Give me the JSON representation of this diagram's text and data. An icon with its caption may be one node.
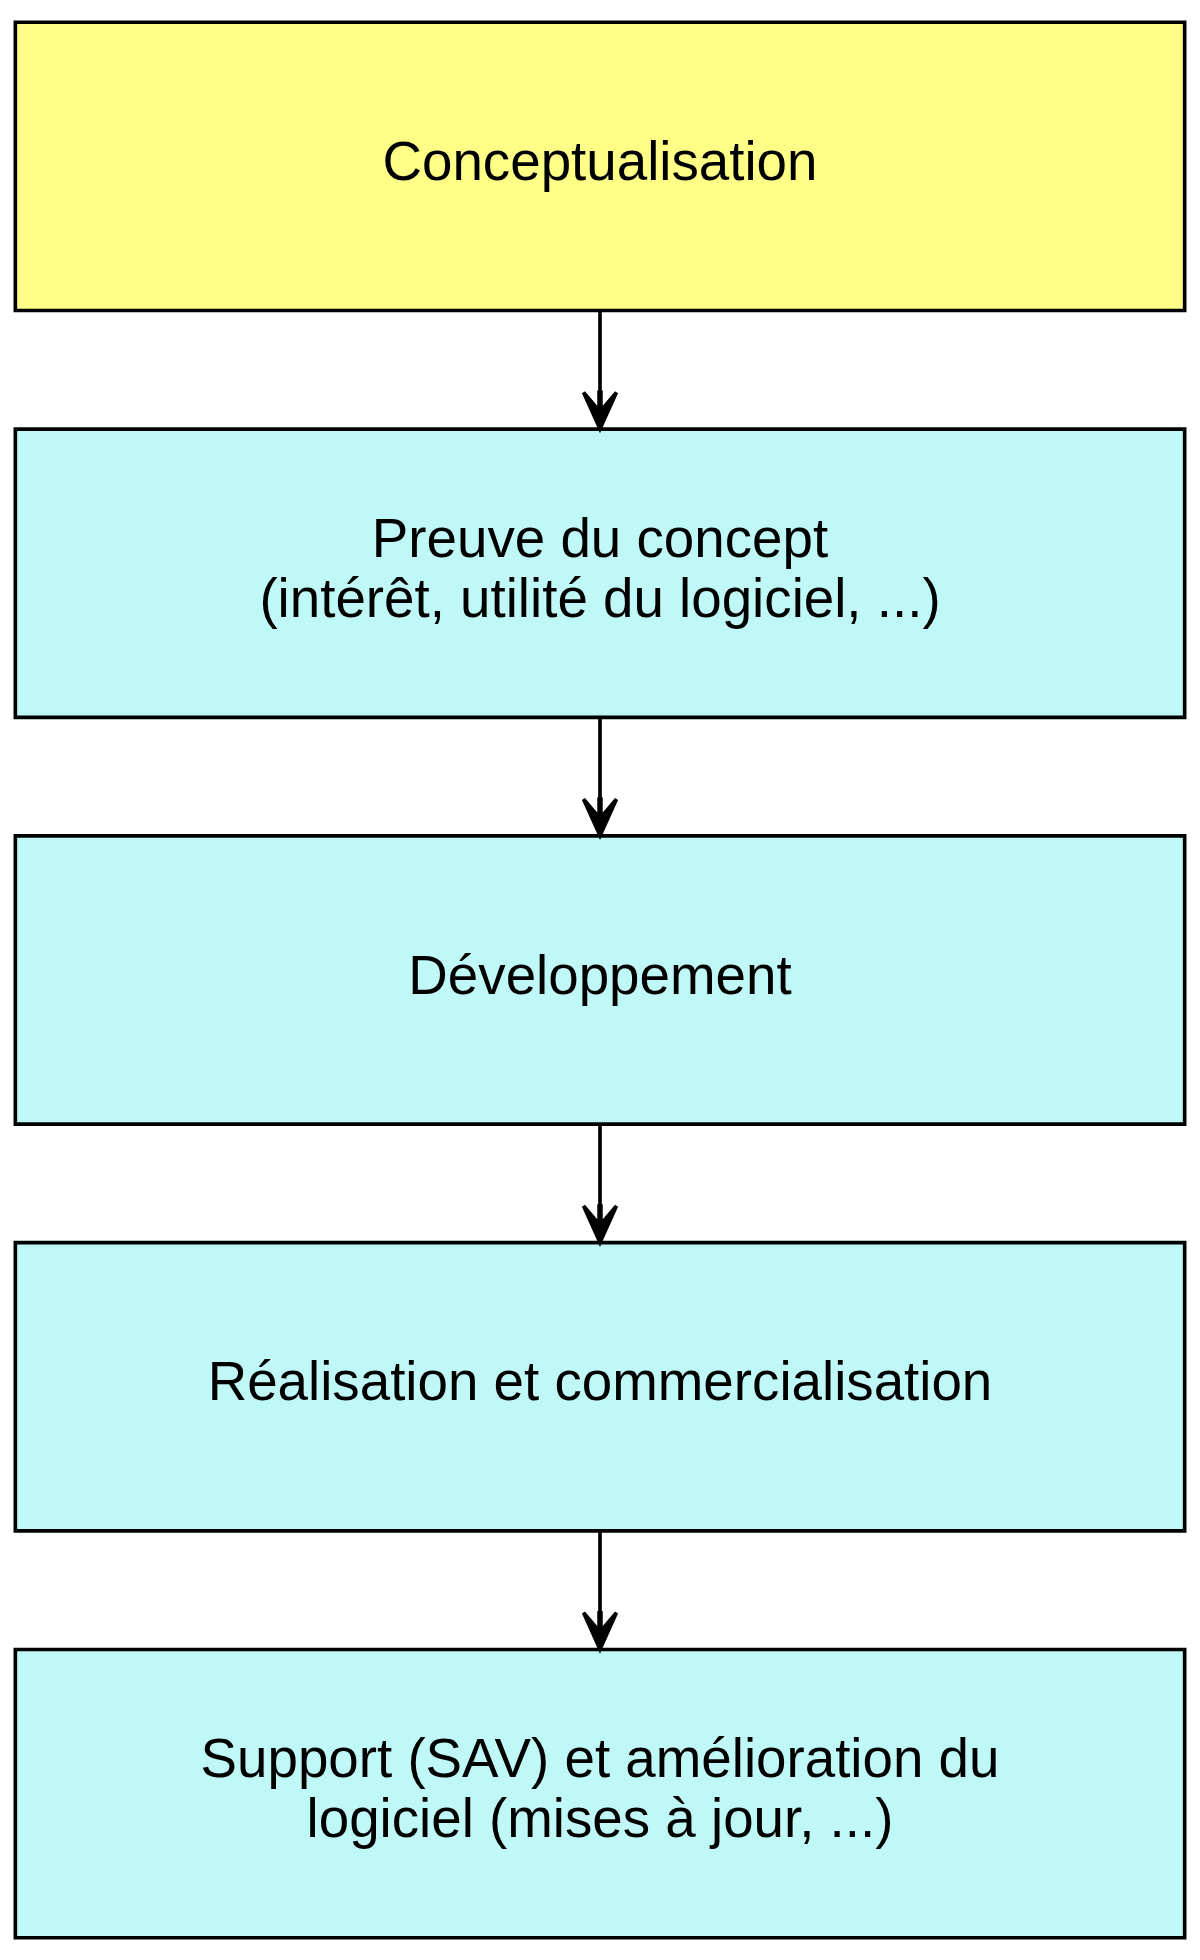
{
  "diagram": {
    "nodes": [
      {
        "text": [
          "Conceptualisation"
        ]
      },
      {
        "text": [
          "Preuve du concept",
          "(intérêt, utilité du logiciel, ...)"
        ]
      },
      {
        "text": [
          "Développement"
        ]
      },
      {
        "text": [
          "Réalisation et commercialisation"
        ]
      },
      {
        "text": [
          "Support (SAV) et amélioration du logiciel (mises à jour, ...)"
        ]
      }
    ],
    "edges": [
      {
        "from": 0,
        "to": 1,
        "arrow": "to"
      },
      {
        "from": 1,
        "to": 2,
        "arrow": "to"
      },
      {
        "from": 2,
        "to": 3,
        "arrow": "to"
      },
      {
        "from": 3,
        "to": 4,
        "arrow": "to"
      }
    ]
  }
}
